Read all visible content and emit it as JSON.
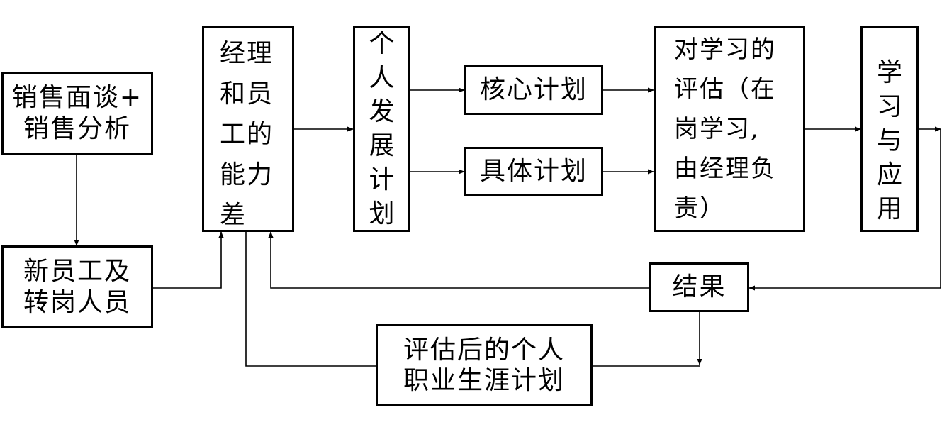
{
  "colors": {
    "stroke": "#000000",
    "background": "#ffffff"
  },
  "nodes": {
    "sales_input": {
      "lines": [
        "销售面谈+",
        "销售分析"
      ]
    },
    "new_staff": {
      "lines": [
        "新员工及",
        "转岗人员"
      ]
    },
    "competency_gap": {
      "lines": [
        "经理",
        "和员",
        "工的",
        "能力",
        "差"
      ]
    },
    "personal_plan": {
      "lines": [
        "个",
        "人",
        "发",
        "展",
        "计",
        "划"
      ]
    },
    "core_plan": {
      "label": "核心计划"
    },
    "specific_plan": {
      "label": "具体计划"
    },
    "evaluation": {
      "lines": [
        "对学习的",
        "评估（在",
        "岗学习,",
        "由经理负",
        "责）"
      ]
    },
    "learning_application": {
      "lines": [
        "学",
        "习",
        "与",
        "应",
        "用"
      ]
    },
    "result": {
      "label": "结果"
    },
    "career_plan": {
      "lines": [
        "评估后的个人",
        "职业生涯计划"
      ]
    }
  }
}
